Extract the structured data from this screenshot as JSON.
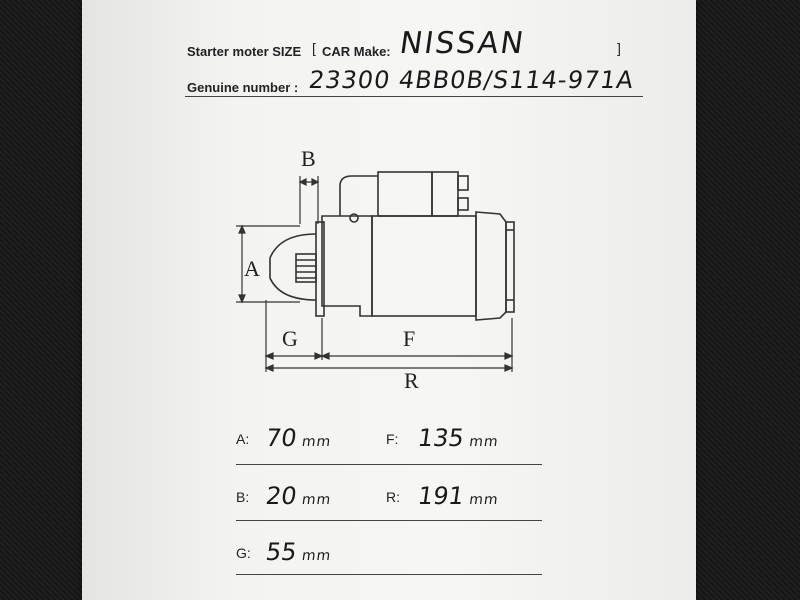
{
  "header": {
    "size_label": "Starter moter SIZE",
    "bracket_open": "[",
    "car_make_label": "CAR Make:",
    "car_make_value": "NISSAN",
    "bracket_close": "]",
    "genuine_label": "Genuine number :",
    "genuine_value": "23300 4BB0B/S114-971A"
  },
  "diagram": {
    "label_b": "B",
    "label_a": "A",
    "label_g": "G",
    "label_f": "F",
    "label_r": "R"
  },
  "measurements": [
    {
      "label": "A:",
      "value": "70",
      "unit": "mm"
    },
    {
      "label": "F:",
      "value": "135",
      "unit": "mm"
    },
    {
      "label": "B:",
      "value": "20",
      "unit": "mm"
    },
    {
      "label": "R:",
      "value": "191",
      "unit": "mm"
    },
    {
      "label": "G:",
      "value": "55",
      "unit": "mm"
    }
  ]
}
